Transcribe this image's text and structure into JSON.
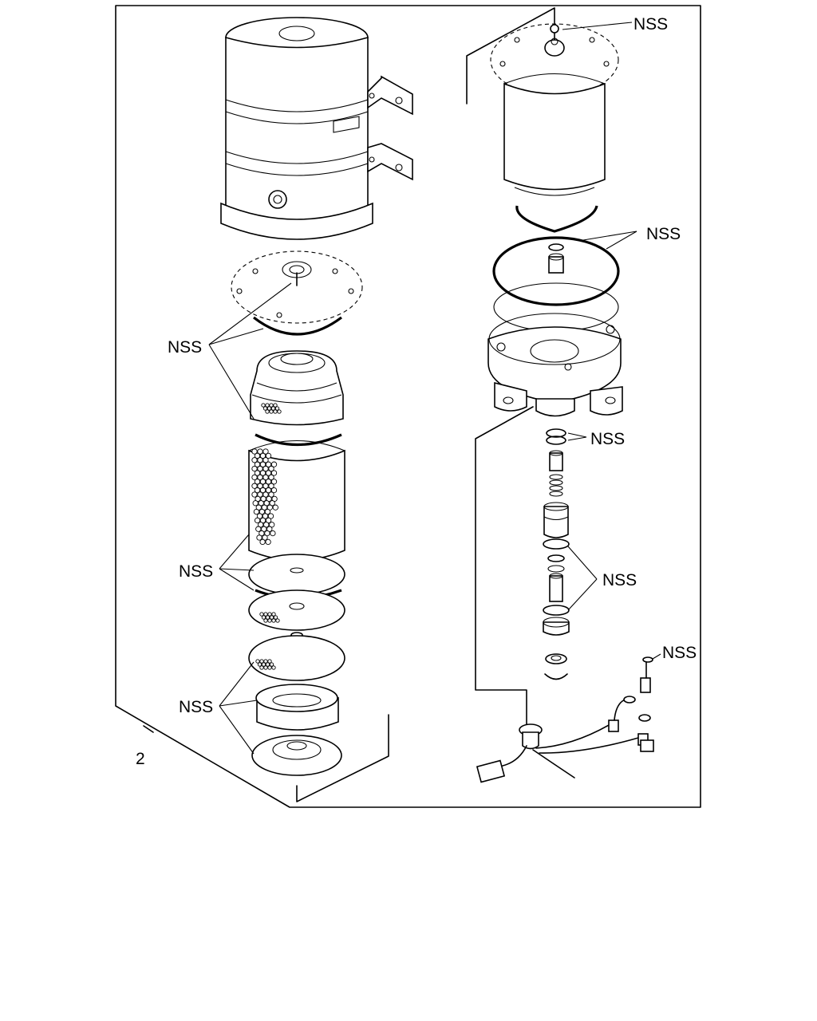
{
  "labels": {
    "nss_top_right": "NSS",
    "nss_rings_right": "NSS",
    "nss_seal_left_upper": "NSS",
    "nss_oring_right_mid": "NSS",
    "nss_disks_left_mid": "NSS",
    "nss_valve_right": "NSS",
    "nss_washer_right_low": "NSS",
    "nss_seals_left_low": "NSS",
    "item_number": "2"
  }
}
